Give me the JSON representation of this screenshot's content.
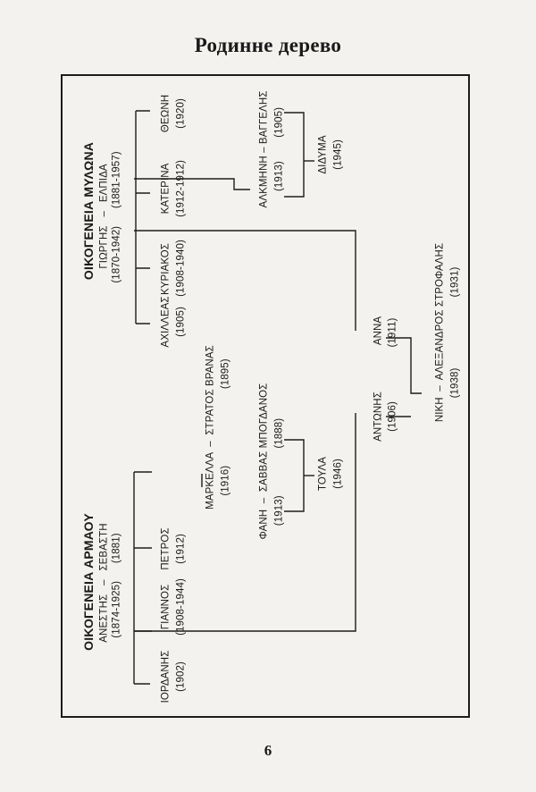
{
  "page": {
    "heading": "Родинне дерево",
    "page_number": "6"
  },
  "mylona": {
    "family_title": "ΟΙΚΟΓΕΝΕΙΑ ΜΥΛΩΝΑ",
    "parents_names": "ΓΙΩΡΓΗΣ   –   ΕΛΠΙΔΑ",
    "parents_years": "(1870-1942)      (1881-1957)",
    "child1_name": "ΑΧΙΛΛΕΑΣ",
    "child1_years": "(1905)",
    "child2_name": "ΚΥΡΙΑΚΟΣ",
    "child2_years": "(1908-1940)",
    "child3_name": "ΚΑΤΕΡΙΝΑ",
    "child3_years": "(1912-1912)",
    "child4_name": "ΘΕΩΝΗ",
    "child4_years": "(1920)",
    "couple_names": "ΑΛΚΜΗΝΗ – ΒΑΓΓΕΛΗΣ",
    "couple_years": "(1913)        (1905)",
    "grandchild_name": "ΔΙΔΥΜΑ",
    "grandchild_years": "(1945)",
    "anna_name": "ΑΝΝΑ",
    "anna_years": "(1911)"
  },
  "armaou": {
    "family_title": "ΟΙΚΟΓΕΝΕΙΑ ΑΡΜΑΟΥ",
    "parents_names": "ΑΝΕΣΤΗΣ   –   ΣΕΒΑΣΤΗ",
    "parents_years": "(1874-1925)      (1881)",
    "child1_name": "ΙΟΡΔΑΝΗΣ",
    "child1_years": "(1902)",
    "child2_name": "ΓΙΑΝΝΟΣ",
    "child2_years": "(1908-1944)",
    "child3_name": "ΠΕΤΡΟΣ",
    "child3_years": "(1912)",
    "markella_line": "ΜΑΡΚΕΛΛΑ  –  ΣΤΡΑΤΟΣ ΒΡΑΝΑΣ",
    "markella_years": "(1916)                          (1895)",
    "fani_line": "ΦΑΝΗ  –  ΣΑΒΒΑΣ ΜΠΟΓΔΑΝΟΣ",
    "fani_years": "(1913)                (1888)",
    "toula_name": "ΤΟΥΛΑ",
    "toula_years": "(1946)",
    "antonis_name": "ΑΝΤΩΝΗΣ",
    "antonis_years": "(1906)"
  },
  "union": {
    "couple_names": "ΝΙΚΗ  –  ΑΛΕΞΑΝΔΡΟΣ ΣΤΡΟΦΑΛΗΣ",
    "couple_years": "(1938)                        (1931)"
  }
}
